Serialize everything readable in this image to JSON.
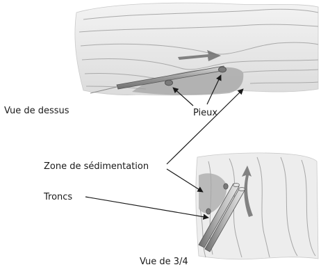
{
  "labels": {
    "top_view": "Vue de dessus",
    "stakes": "Pieux",
    "sediment_zone": "Zone de sédimentation",
    "logs": "Troncs",
    "three_quarter_view": "Vue de 3/4"
  },
  "colors": {
    "water_light": "#ebebeb",
    "water_mid": "#d6d6d6",
    "water_line": "#a9a9a9",
    "sediment": "#9c9c9c",
    "log": "#8a8a8a",
    "log_highlight": "#e6e6e6",
    "arrow_flow": "#6f6f6f",
    "leader_line": "#1a1a1a"
  }
}
